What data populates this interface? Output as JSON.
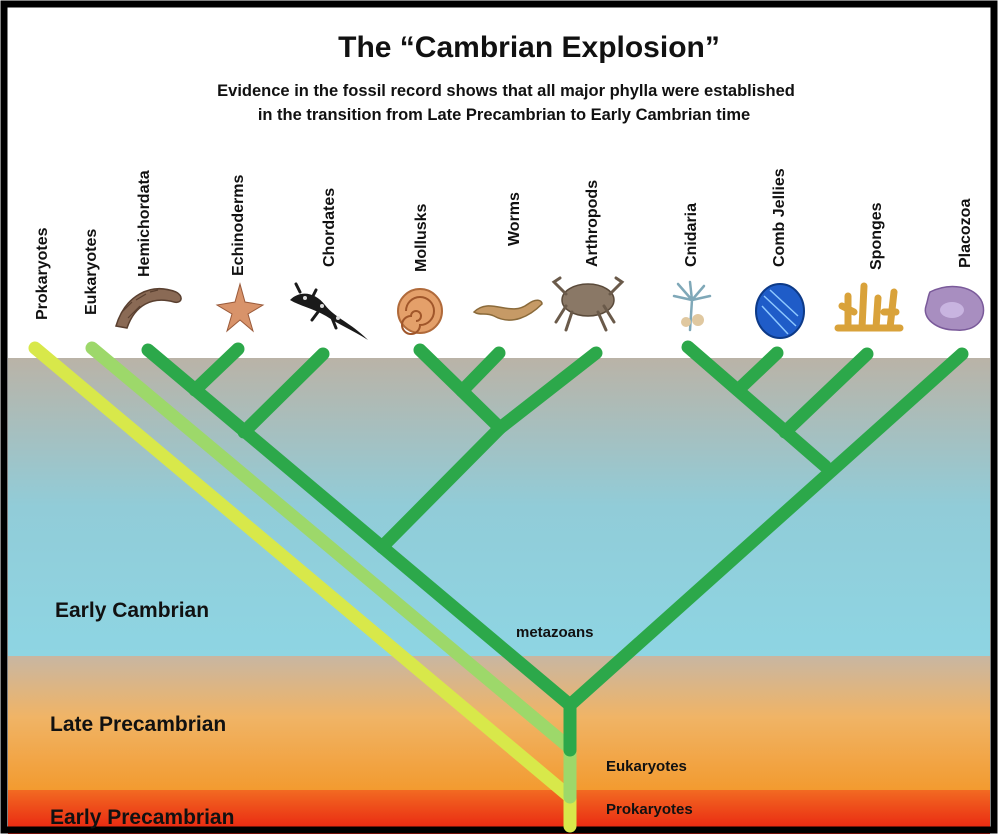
{
  "title": "The “Cambrian Explosion”",
  "subtitle_lines": [
    "Evidence in the fossil record shows that all major phylla were established",
    "in the transition from Late Precambrian to Early Cambrian time"
  ],
  "taxa": [
    {
      "label": "Prokaryotes",
      "icon": "none"
    },
    {
      "label": "Eukaryotes",
      "icon": "none"
    },
    {
      "label": "Hemichordata",
      "icon": "acorn-worm-icon"
    },
    {
      "label": "Echinoderms",
      "icon": "starfish-icon"
    },
    {
      "label": "Chordates",
      "icon": "salamander-icon"
    },
    {
      "label": "Mollusks",
      "icon": "shell-icon"
    },
    {
      "label": "Worms",
      "icon": "worm-icon"
    },
    {
      "label": "Arthropods",
      "icon": "crab-icon"
    },
    {
      "label": "Cnidaria",
      "icon": "hydra-icon"
    },
    {
      "label": "Comb Jellies",
      "icon": "comb-jelly-icon"
    },
    {
      "label": "Sponges",
      "icon": "sponge-icon"
    },
    {
      "label": "Placozoa",
      "icon": "placozoa-icon"
    }
  ],
  "periods": [
    {
      "label": "Early Cambrian",
      "color": "#8ed3e0"
    },
    {
      "label": "Late Precambrian",
      "color": "#f2a03a"
    },
    {
      "label": "Early Precambrian",
      "color": "#ee3a16"
    }
  ],
  "node_labels": {
    "metazoans": "metazoans",
    "eukaryotes": "Eukaryotes",
    "prokaryotes": "Prokaryotes"
  },
  "colors": {
    "tree_green": "#2ca84a",
    "eukaryote_branch": "#9dd86a",
    "prokaryote_branch": "#d8e84a",
    "frame": "#000000"
  }
}
